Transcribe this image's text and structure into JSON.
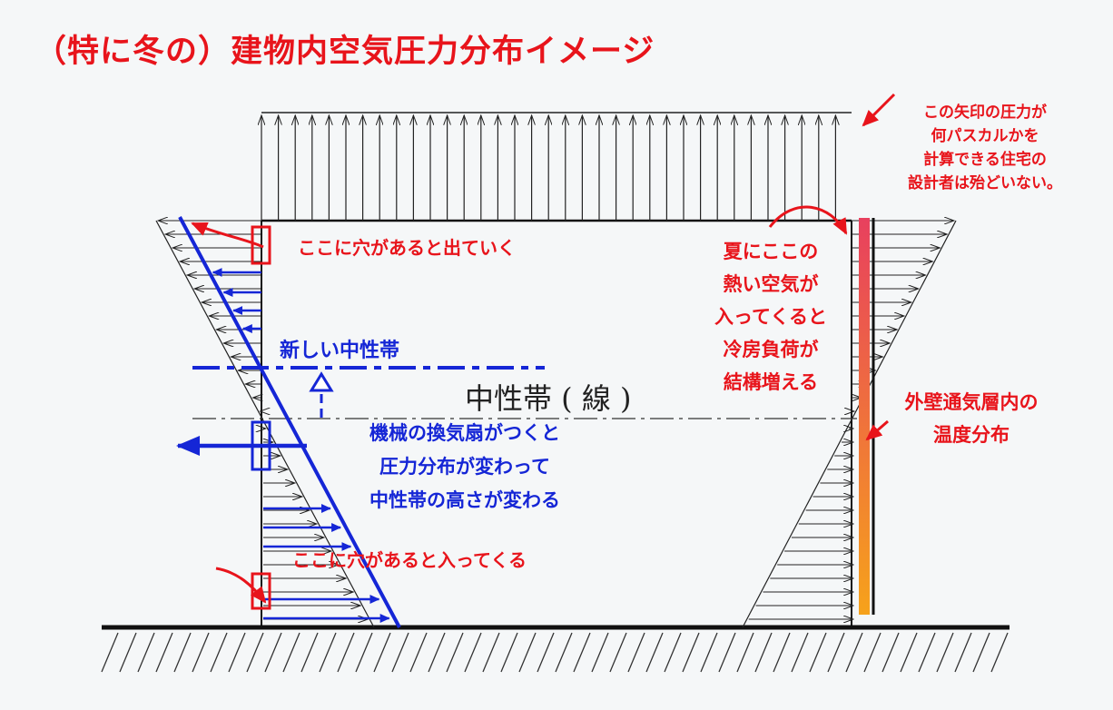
{
  "title": "（特に冬の）建物内空気圧力分布イメージ",
  "labels": {
    "note_top": [
      "この矢印の圧力が",
      "何パスカルかを",
      "計算できる住宅の",
      "設計者は殆どいない。"
    ],
    "hole_top": "ここに穴があると出ていく",
    "hole_bottom": "ここに穴があると入ってくる",
    "new_neutral": "新しい中性帯",
    "neutral_line": "中性帯 ( 線 )",
    "fan_note": [
      "機械の換気扇がつくと",
      "圧力分布が変わって",
      "中性帯の高さが変わる"
    ],
    "summer_note": [
      "夏にここの",
      "熱い空気が",
      "入ってくると",
      "冷房負荷が",
      "結構増える"
    ],
    "wall_note": [
      "外壁通気層内の",
      "温度分布"
    ]
  },
  "colors": {
    "red": "#e8141b",
    "blue": "#1526d6",
    "black": "#222222",
    "gradient_top": "#e8405e",
    "gradient_bottom": "#f6a21b"
  }
}
